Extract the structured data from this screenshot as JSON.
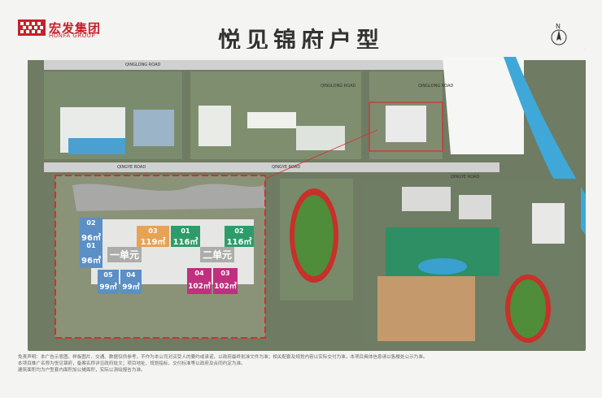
{
  "brand": {
    "name_cn": "宏发集团",
    "name_en": "HONFA GROUP",
    "color": "#c8202a"
  },
  "title": "悦见锦府户型",
  "compass": {
    "label": "N"
  },
  "roads": {
    "top_left": "QINGLONG ROAD",
    "top_mid": "QINGLONG ROAD",
    "top_right": "QINGLONG ROAD",
    "mid_left": "QINGYE ROAD",
    "mid_center": "QINGYE ROAD",
    "mid_right": "QINGYE ROAD"
  },
  "units": {
    "u02_left": {
      "num": "02",
      "area": "96㎡"
    },
    "u01_left": {
      "num": "01",
      "area": "96㎡"
    },
    "u03": {
      "num": "03",
      "area": "119㎡"
    },
    "u01_mid": {
      "num": "01",
      "area": "116㎡"
    },
    "u02_right": {
      "num": "02",
      "area": "116㎡"
    },
    "u05": {
      "num": "05",
      "area": "99㎡"
    },
    "u04_left": {
      "num": "04",
      "area": "99㎡"
    },
    "u04_right": {
      "num": "04",
      "area": "102㎡"
    },
    "u03_right": {
      "num": "03",
      "area": "102㎡"
    },
    "unit1": "一单元",
    "unit2": "二单元"
  },
  "colors": {
    "blue_unit": "#5b8fc6",
    "orange_unit": "#e8a253",
    "green_unit": "#2e9c6a",
    "magenta_unit": "#c0307f",
    "highlight": "#d92c2c"
  },
  "disclaimer": [
    "免责声明：本广告示意图、样板图片、交通、数据仅供参考，不作为本公司对买受人的要约或承诺，以政府最终批准文件为准；相关配套及规划内容以实际交付为准，本项目具体信息请以售楼处公示为准。",
    "本项目推广名称为悦见锦府，备案名称详见政府批文；项目地址、规划指标、交付标准等以政府及合同约定为准。",
    "建筑面积均为户型套内面积加公摊面积，实际以测绘报告为准。"
  ]
}
